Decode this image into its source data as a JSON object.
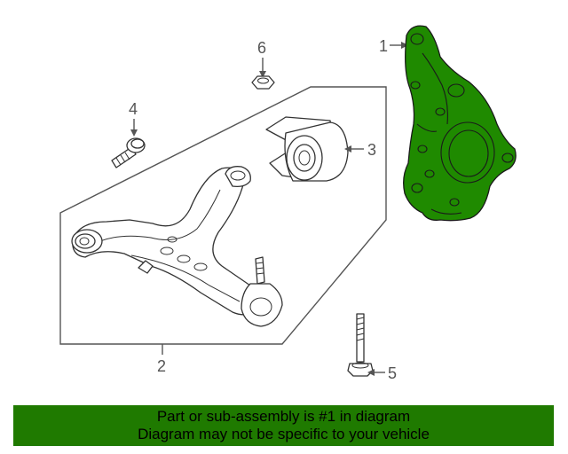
{
  "diagram": {
    "callouts": {
      "c1": "1",
      "c2": "2",
      "c3": "3",
      "c4": "4",
      "c5": "5",
      "c6": "6"
    },
    "highlight_color": "#1f8a00",
    "parts": [
      "steering-knuckle",
      "control-arm",
      "bushing",
      "bolt",
      "bolt",
      "nut"
    ]
  },
  "banner": {
    "line1": "Part or sub-assembly is #1 in diagram",
    "line2": "Diagram may not be specific to your vehicle",
    "background": "#1f7a00"
  }
}
